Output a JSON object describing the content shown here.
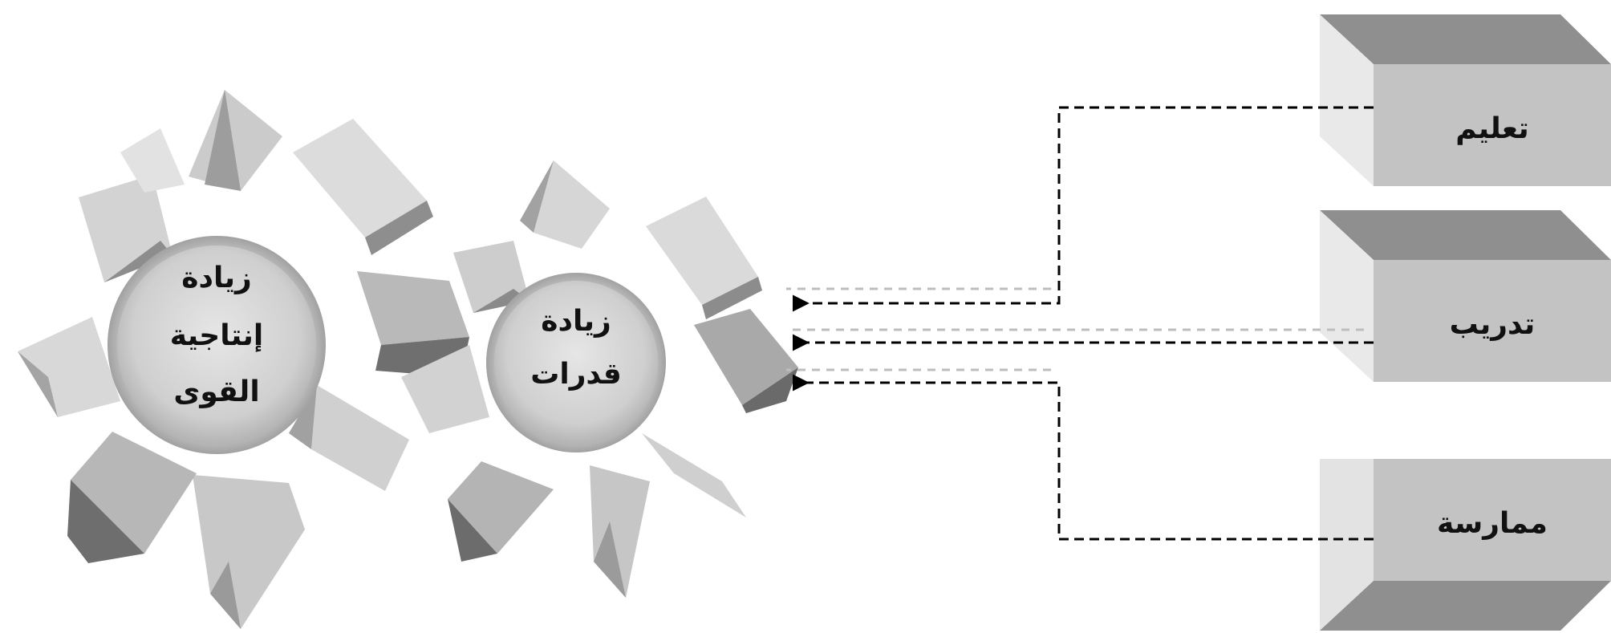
{
  "inputs": [
    {
      "label": "تعليم"
    },
    {
      "label": "تدريب"
    },
    {
      "label": "ممارسة"
    }
  ],
  "gear_small": {
    "lines": [
      "زيادة",
      "قدرات"
    ]
  },
  "gear_large": {
    "lines": [
      "زيادة",
      "إنتاجية",
      "القوى"
    ]
  }
}
